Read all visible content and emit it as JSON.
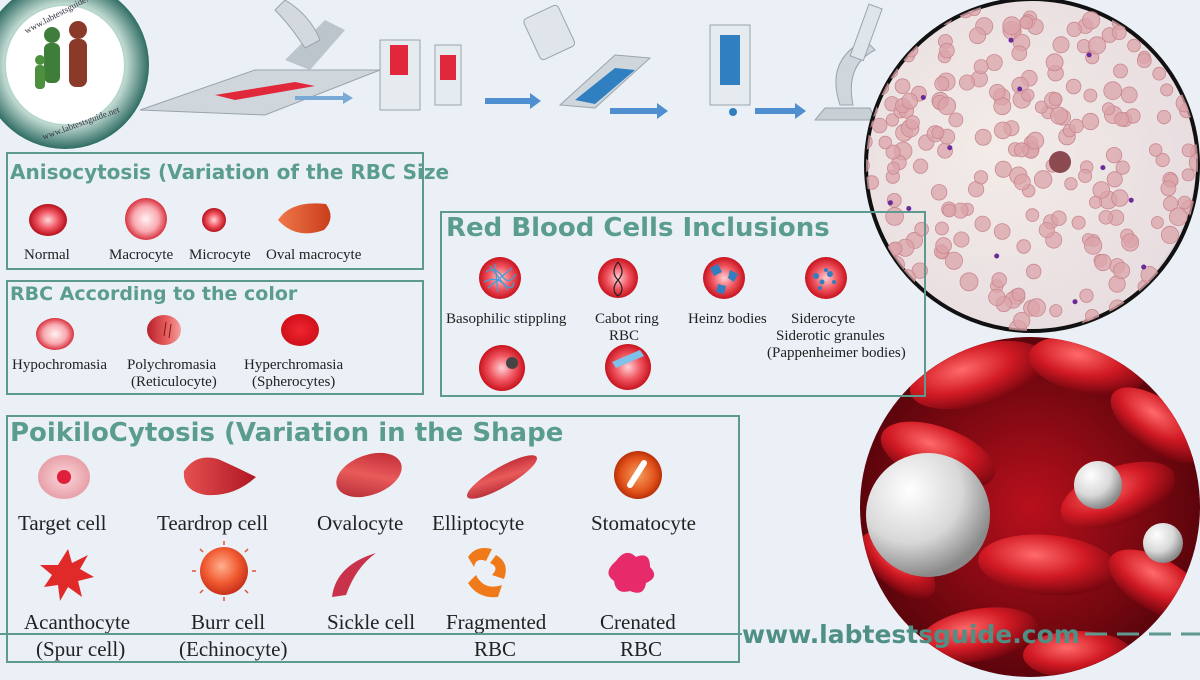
{
  "logo": {
    "text_top": "www.labtestsguide.com",
    "text_side": "www.labtestsguide.net"
  },
  "anisocytosis": {
    "title": "Anisocytosis (Variation of the RBC Size",
    "labels": [
      "Normal",
      "Macrocyte",
      "Microcyte",
      "Oval macrocyte"
    ]
  },
  "color": {
    "title": "RBC According to the color",
    "labels": [
      {
        "l1": "Hypochromasia",
        "l2": ""
      },
      {
        "l1": "Polychromasia",
        "l2": "(Reticulocyte)"
      },
      {
        "l1": "Hyperchromasia",
        "l2": "(Spherocytes)"
      }
    ]
  },
  "inclusions": {
    "title": "Red Blood Cells Inclusions",
    "labels": [
      {
        "l1": "Basophilic stippling",
        "l2": ""
      },
      {
        "l1": "Cabot ring",
        "l2": "RBC"
      },
      {
        "l1": "Heinz bodies",
        "l2": ""
      },
      {
        "l1": "Siderocyte",
        "l2": "Siderotic granules",
        "l3": "(Pappenheimer bodies)"
      }
    ]
  },
  "poikilocytosis": {
    "title": "PoikiloCytosis (Variation in the Shape",
    "row1": [
      "Target cell",
      "Teardrop cell",
      "Ovalocyte",
      "Elliptocyte",
      "Stomatocyte"
    ],
    "row2": [
      {
        "l1": "Acanthocyte",
        "l2": "(Spur cell)"
      },
      {
        "l1": "Burr cell",
        "l2": "(Echinocyte)"
      },
      {
        "l1": "Sickle cell",
        "l2": ""
      },
      {
        "l1": "Fragmented",
        "l2": "RBC"
      },
      {
        "l1": "Crenated",
        "l2": "RBC"
      }
    ]
  },
  "website": "www.labtestsguide.com",
  "colors": {
    "accent": "#5a9d8f",
    "rbc": "#e0283a",
    "stain": "#2f7fc1"
  }
}
